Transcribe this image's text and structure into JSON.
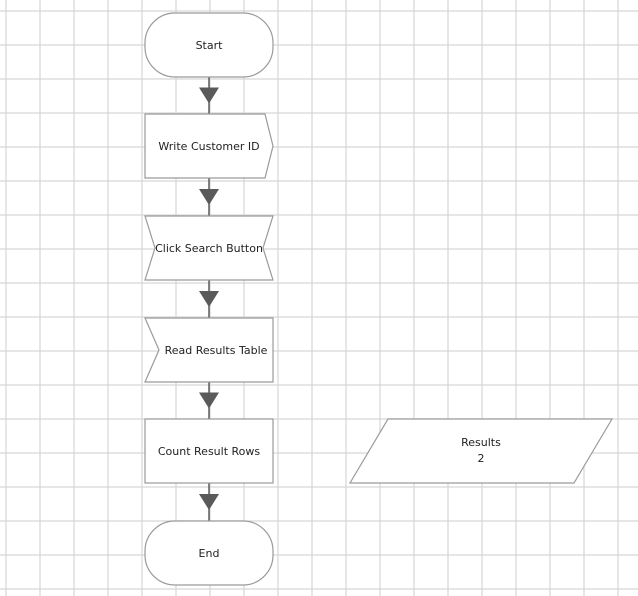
{
  "flowchart": {
    "nodes": [
      {
        "id": "start",
        "type": "terminator",
        "label": "Start"
      },
      {
        "id": "write",
        "type": "send-signal",
        "label": "Write Customer ID"
      },
      {
        "id": "click",
        "type": "action-bowtie",
        "label": "Click Search Button"
      },
      {
        "id": "read",
        "type": "receive-signal",
        "label": "Read Results Table"
      },
      {
        "id": "count",
        "type": "process",
        "label": "Count Result Rows"
      },
      {
        "id": "end",
        "type": "terminator",
        "label": "End"
      }
    ],
    "data_output": {
      "type": "parallelogram",
      "label": "Results",
      "value": "2"
    },
    "colors": {
      "arrow": "#5a5a5a",
      "border": "#9a9a9a",
      "grid": "#d6d6d6"
    }
  }
}
